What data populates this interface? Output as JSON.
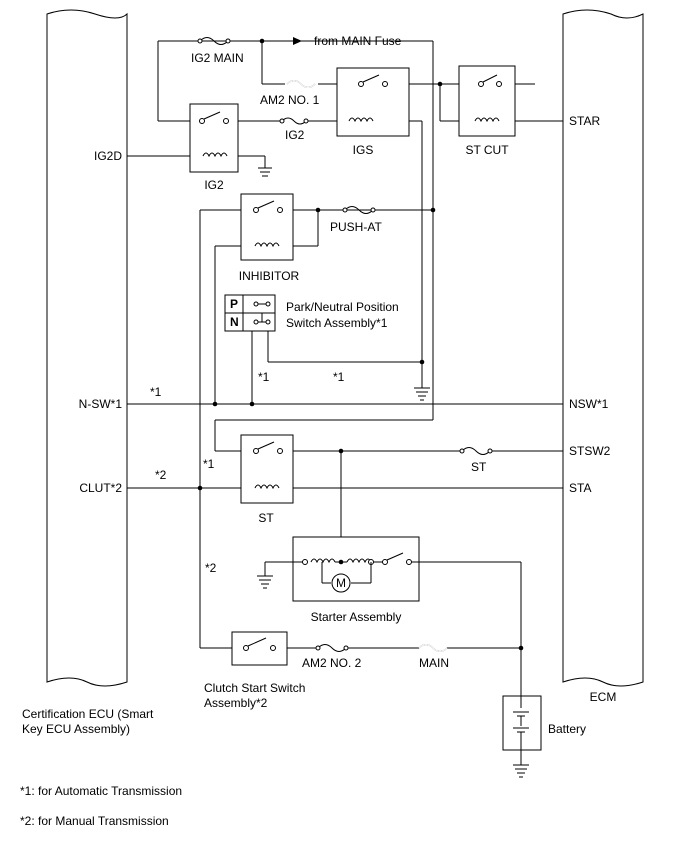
{
  "labels": {
    "from_main_fuse": "from MAIN Fuse",
    "ig2_main": "IG2 MAIN",
    "am2_no1": "AM2 NO. 1",
    "ig2_fuse": "IG2",
    "igs": "IGS",
    "st_cut": "ST CUT",
    "ig2_relay": "IG2",
    "push_at": "PUSH-AT",
    "inhibitor": "INHIBITOR",
    "pnp_p": "P",
    "pnp_n": "N",
    "pnp_line1": "Park/Neutral Position",
    "pnp_line2": "Switch Assembly*1",
    "note1_a": "*1",
    "note1_b": "*1",
    "note1_c": "*1",
    "note1_d": "*1",
    "note2_a": "*2",
    "note2_b": "*2",
    "st_fuse": "ST",
    "st_relay": "ST",
    "starter_assembly": "Starter Assembly",
    "motor_symbol": "M",
    "am2_no2": "AM2 NO. 2",
    "main_fuse": "MAIN",
    "clutch_line1": "Clutch Start Switch",
    "clutch_line2": "Assembly*2",
    "battery": "Battery"
  },
  "ecu_left": {
    "pins": [
      "IG2D",
      "N-SW*1",
      "CLUT*2"
    ],
    "name_line1": "Certification ECU (Smart",
    "name_line2": "Key ECU Assembly)"
  },
  "ecu_right": {
    "pins": [
      "STAR",
      "NSW*1",
      "STSW2",
      "STA"
    ],
    "name": "ECM"
  },
  "footnotes": [
    "*1: for Automatic Transmission",
    "*2: for Manual Transmission"
  ]
}
